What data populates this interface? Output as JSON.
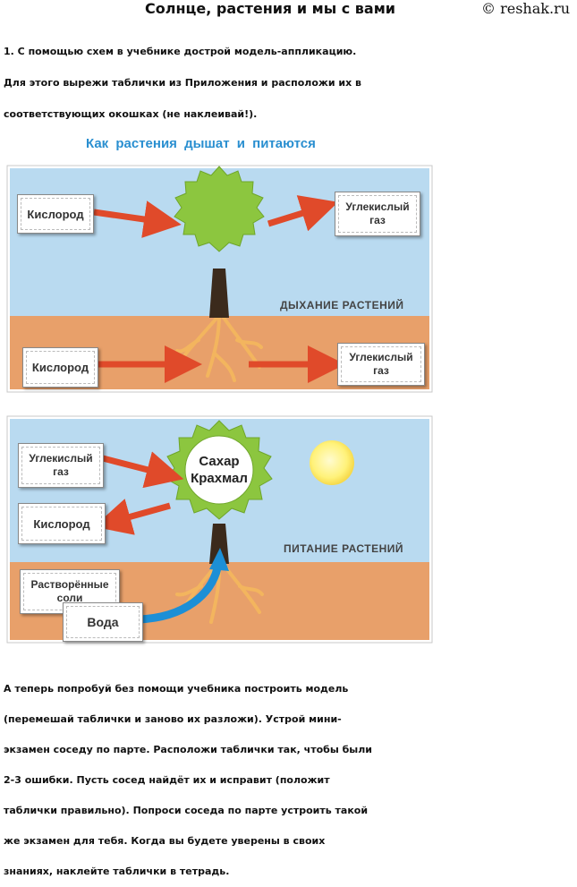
{
  "header": {
    "title": "Солнце, растения и мы с вами",
    "site": "© reshak.ru"
  },
  "task": {
    "lines": [
      "1. С помощью схем в учебнике дострой модель-аппликацию.",
      "Для этого вырежи таблички из Приложения и расположи их в",
      "соответствующих окошках (не наклеивай!)."
    ]
  },
  "diagram": {
    "title": "Как растения дышат и питаются",
    "respiration": {
      "label": "ДЫХАНИЕ РАСТЕНИЙ",
      "left_top": "Кислород",
      "right_top_1": "Углекислый",
      "right_top_2": "газ",
      "left_bottom": "Кислород",
      "right_bottom_1": "Углекислый",
      "right_bottom_2": "газ"
    },
    "nutrition": {
      "label": "ПИТАНИЕ РАСТЕНИЙ",
      "co2_1": "Углекислый",
      "co2_2": "газ",
      "oxygen": "Кислород",
      "salts_1": "Растворённые",
      "salts_2": "соли",
      "water": "Вода",
      "crown_1": "Сахар",
      "crown_2": "Крахмал"
    },
    "colors": {
      "sky": "#b9daf0",
      "soil": "#e8a06a",
      "arrow_red": "#e04a2a",
      "arrow_blue": "#1c8fd6",
      "crown": "#8cc63f",
      "trunk": "#3b2a1c",
      "roots": "#f3b55e",
      "sun": "#fff27a"
    }
  },
  "conclusion": {
    "lines": [
      "А теперь попробуй без помощи учебника построить модель",
      "(перемешай таблички и заново их разложи). Устрой мини-",
      "экзамен соседу по парте. Расположи таблички так, чтобы были",
      "2-3 ошибки. Пусть сосед найдёт их и исправит (положит",
      "таблички правильно). Попроси соседа по парте устроить такой",
      "же экзамен для тебя. Когда вы будете уверены в своих",
      "знаниях, наклейте таблички в тетрадь."
    ]
  }
}
